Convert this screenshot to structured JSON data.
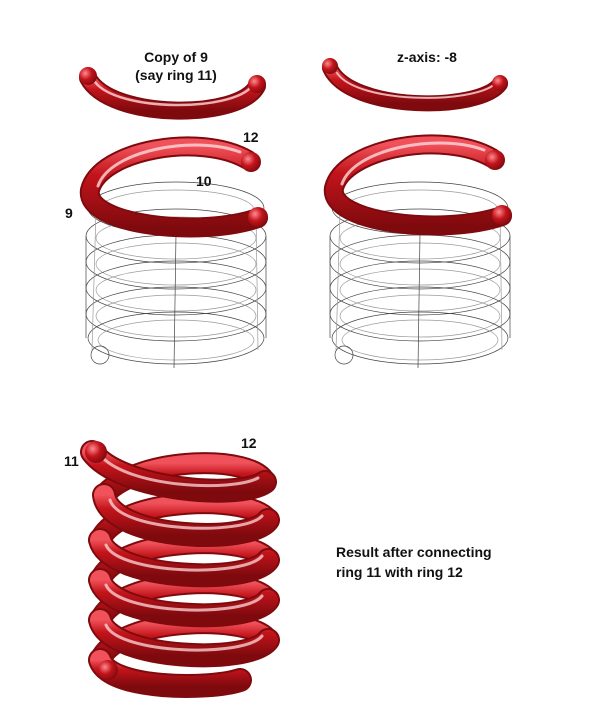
{
  "panels": {
    "top_left": {
      "caption_line1": "Copy of 9",
      "caption_line2": "(say ring 11)",
      "labels": {
        "ring_12": "12",
        "ring_10": "10",
        "ring_9": "9"
      }
    },
    "top_right": {
      "caption": "z-axis: -8"
    },
    "bottom": {
      "labels": {
        "ring_11": "11",
        "ring_12": "12"
      },
      "result_line1": "Result after connecting",
      "result_line2": "ring 11 with ring 12"
    }
  },
  "colors": {
    "tube_dark": "#7f0a0e",
    "tube_mid": "#c3141b",
    "tube_light": "#f0515a",
    "tube_highlight": "#ffd9dc",
    "wire": "#444444",
    "wire_light": "#9a9a9a",
    "text": "#111111"
  }
}
